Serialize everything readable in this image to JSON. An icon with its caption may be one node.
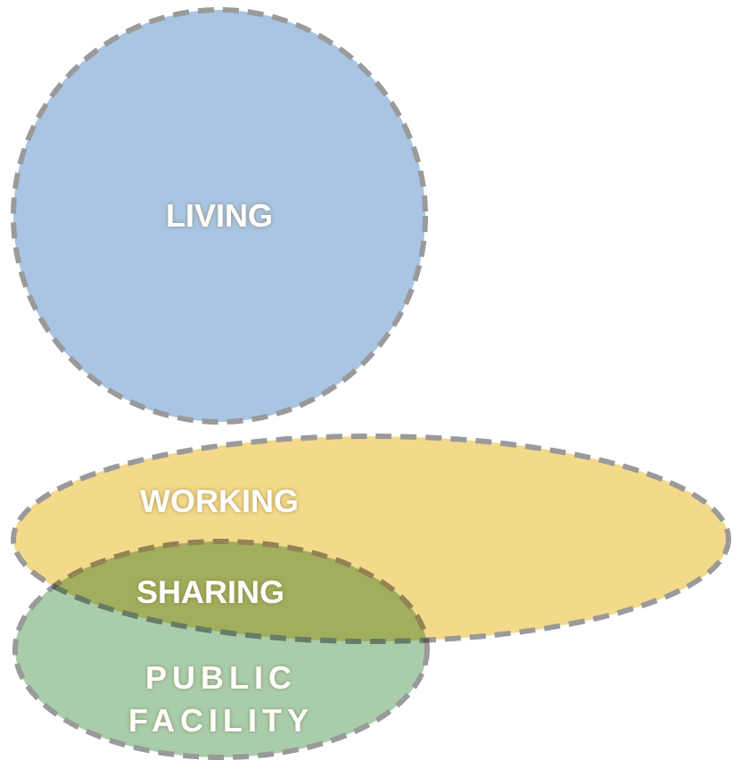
{
  "diagram": {
    "nodes": [
      {
        "text": [
          "LIVING"
        ]
      },
      {
        "text": [
          "WORKING"
        ]
      },
      {
        "text": [
          "PUBLIC FACILITY"
        ]
      }
    ],
    "labels": [
      "SHARING"
    ]
  }
}
